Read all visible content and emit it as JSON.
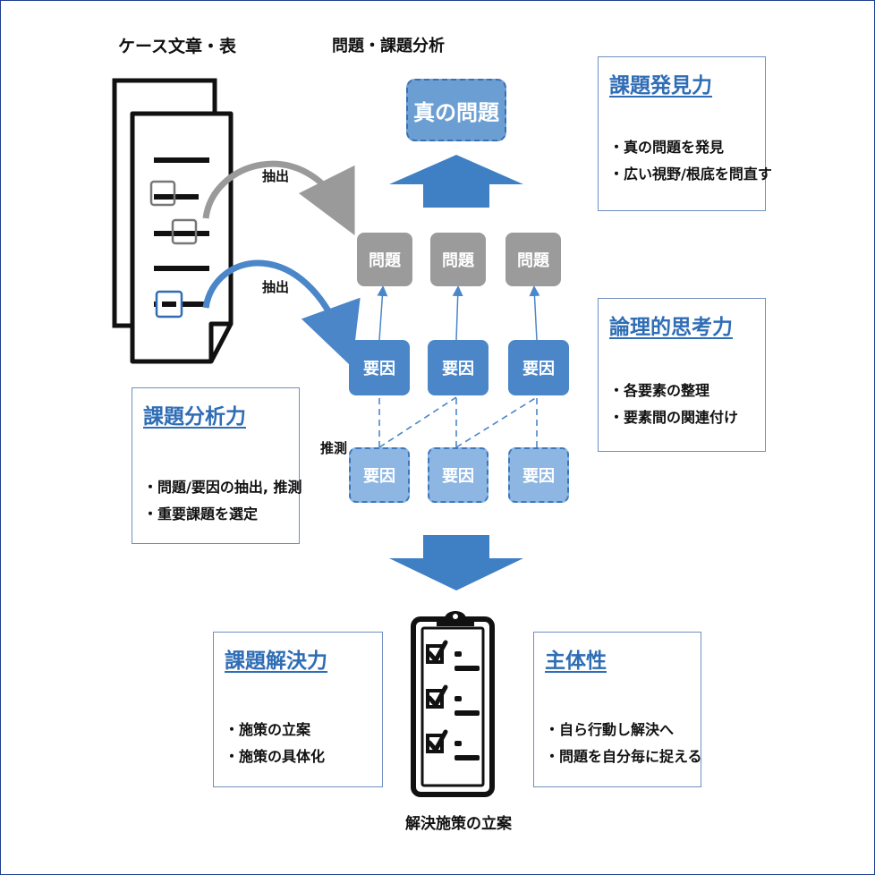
{
  "labels": {
    "case_docs": "ケース文章・表",
    "analysis": "問題・課題分析",
    "extract_1": "抽出",
    "extract_2": "抽出",
    "infer": "推測",
    "solution_plan": "解決施策の立案"
  },
  "true_problem": "真の問題",
  "problems": [
    "問題",
    "問題",
    "問題"
  ],
  "factors": [
    "要因",
    "要因",
    "要因"
  ],
  "inferred_factors": [
    "要因",
    "要因",
    "要因"
  ],
  "skills": {
    "discovery": {
      "title": "課題発見力",
      "bullets": [
        "・真の問題を発見",
        "・広い視野/根底を問直す"
      ]
    },
    "logical": {
      "title": "論理的思考力",
      "bullets": [
        "・各要素の整理",
        "・要素間の関連付け"
      ]
    },
    "analysis": {
      "title": "課題分析力",
      "bullets": [
        "・問題/要因の抽出, 推測",
        "・重要課題を選定"
      ]
    },
    "solving": {
      "title": "課題解決力",
      "bullets": [
        "・施策の立案",
        "・施策の具体化"
      ]
    },
    "initiative": {
      "title": "主体性",
      "bullets": [
        "・自ら行動し解決へ",
        "・問題を自分毎に捉える"
      ]
    }
  },
  "colors": {
    "accent": "#2f6db5",
    "arrow_blue": "#3f7fc4",
    "gray": "#9b9b9b",
    "border": "#6f8fbf"
  }
}
